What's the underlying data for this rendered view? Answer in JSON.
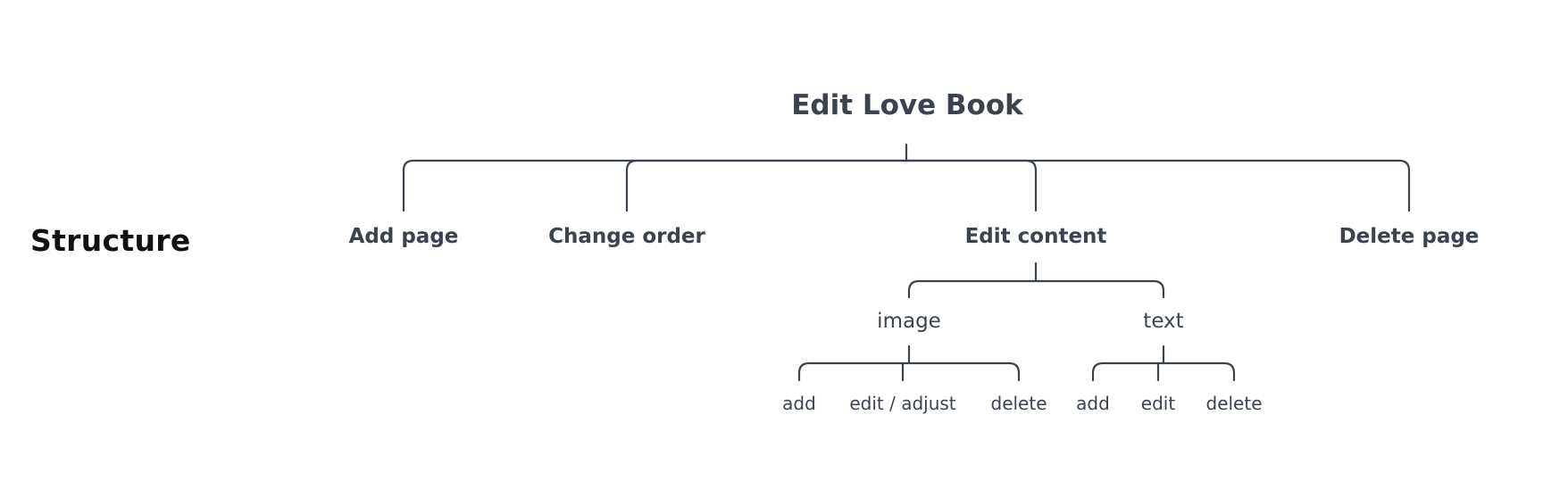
{
  "section_label": "Structure",
  "root": {
    "label": "Edit Love Book",
    "children": [
      {
        "label": "Add page",
        "children": []
      },
      {
        "label": "Change order",
        "children": []
      },
      {
        "label": "Edit content",
        "children": [
          {
            "label": "image",
            "children": [
              {
                "label": "add"
              },
              {
                "label": "edit / adjust"
              },
              {
                "label": "delete"
              }
            ]
          },
          {
            "label": "text",
            "children": [
              {
                "label": "add"
              },
              {
                "label": "edit"
              },
              {
                "label": "delete"
              }
            ]
          }
        ]
      },
      {
        "label": "Delete page",
        "children": []
      }
    ]
  },
  "colors": {
    "line": "#3b4350",
    "text": "#3b4350",
    "section_text": "#111111"
  }
}
